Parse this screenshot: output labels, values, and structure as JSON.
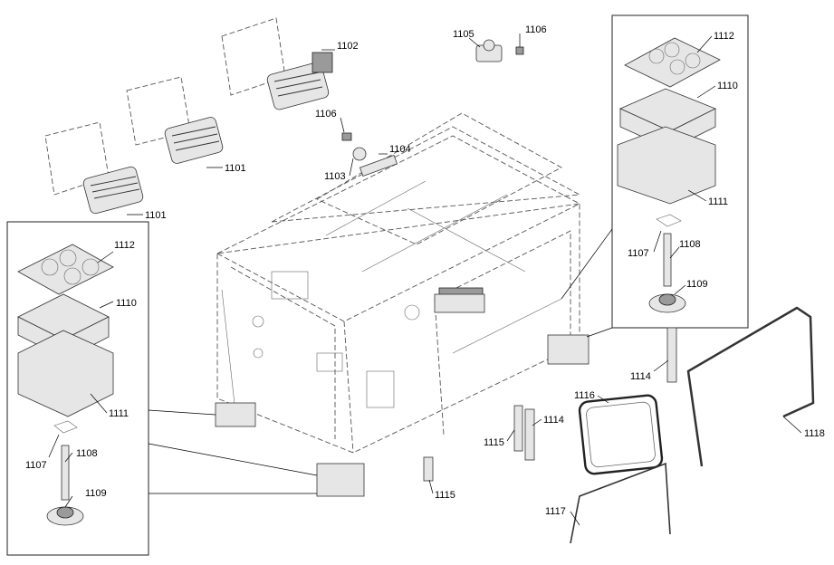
{
  "part_labels": {
    "p1101a": "1101",
    "p1101b": "1101",
    "p1102": "1102",
    "p1103": "1103",
    "p1104": "1104",
    "p1105": "1105",
    "p1106a": "1106",
    "p1106b": "1106",
    "p1107a": "1107",
    "p1107b": "1107",
    "p1108a": "1108",
    "p1108b": "1108",
    "p1109a": "1109",
    "p1109b": "1109",
    "p1110a": "1110",
    "p1110b": "1110",
    "p1111a": "1111",
    "p1111b": "1111",
    "p1112a": "1112",
    "p1112b": "1112",
    "p1114a": "1114",
    "p1114b": "1114",
    "p1115a": "1115",
    "p1115b": "1115",
    "p1116": "1116",
    "p1117": "1117",
    "p1118": "1118"
  }
}
